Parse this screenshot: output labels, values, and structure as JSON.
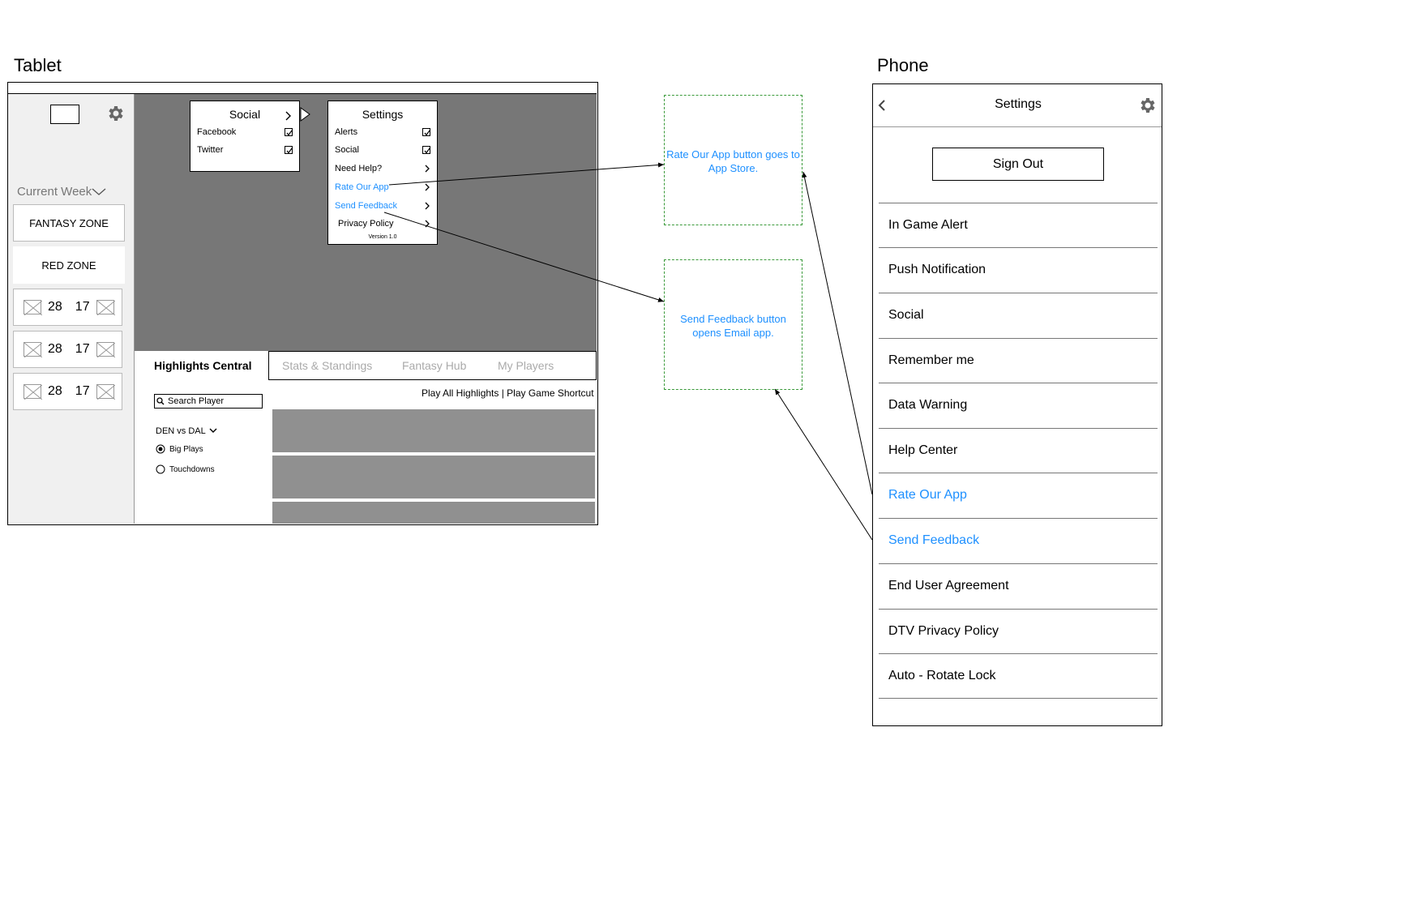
{
  "labels": {
    "tablet": "Tablet",
    "phone": "Phone"
  },
  "tablet": {
    "sidebar": {
      "week_dropdown": "Current Week",
      "fantasy_zone": "FANTASY ZONE",
      "red_zone": "RED ZONE",
      "scores": [
        {
          "home": "28",
          "away": "17"
        },
        {
          "home": "28",
          "away": "17"
        },
        {
          "home": "28",
          "away": "17"
        }
      ]
    },
    "social_menu": {
      "title": "Social",
      "items": [
        {
          "label": "Facebook",
          "checked": true
        },
        {
          "label": "Twitter",
          "checked": true
        }
      ]
    },
    "settings_menu": {
      "title": "Settings",
      "items": [
        {
          "label": "Alerts",
          "control": "checkbox"
        },
        {
          "label": "Social",
          "control": "checkbox"
        },
        {
          "label": "Need Help?",
          "control": "chevron"
        },
        {
          "label": "Rate Our App",
          "control": "chevron",
          "highlight": true
        },
        {
          "label": "Send Feedback",
          "control": "chevron",
          "highlight": true
        },
        {
          "label": "Privacy Policy",
          "control": "chevron"
        }
      ],
      "version": "Version 1.0"
    },
    "tabs": [
      "Highlights Central",
      "Stats & Standings",
      "Fantasy Hub",
      "My Players"
    ],
    "active_tab": "Highlights Central",
    "search_placeholder": "Search Player",
    "game_dropdown": "DEN vs DAL",
    "filters": [
      {
        "label": "Big Plays",
        "selected": true
      },
      {
        "label": "Touchdowns",
        "selected": false
      }
    ],
    "play_links": "Play All Highlights | Play Game Shortcut"
  },
  "annotations": {
    "rate": "Rate Our App button goes to App Store.",
    "feedback": "Send Feedback button opens Email app."
  },
  "phone": {
    "title": "Settings",
    "sign_out": "Sign Out",
    "items": [
      {
        "label": "In Game Alert",
        "highlight": false
      },
      {
        "label": "Push Notification",
        "highlight": false
      },
      {
        "label": "Social",
        "highlight": false
      },
      {
        "label": "Remember me",
        "highlight": false
      },
      {
        "label": "Data Warning",
        "highlight": false
      },
      {
        "label": "Help Center",
        "highlight": false
      },
      {
        "label": "Rate Our App",
        "highlight": true
      },
      {
        "label": "Send Feedback",
        "highlight": true
      },
      {
        "label": "End User Agreement",
        "highlight": false
      },
      {
        "label": "DTV Privacy Policy",
        "highlight": false
      },
      {
        "label": "Auto - Rotate Lock",
        "highlight": false
      }
    ]
  },
  "colors": {
    "link": "#1e90ff",
    "dark_panel": "#777777",
    "note_border": "#3a9a3a"
  }
}
